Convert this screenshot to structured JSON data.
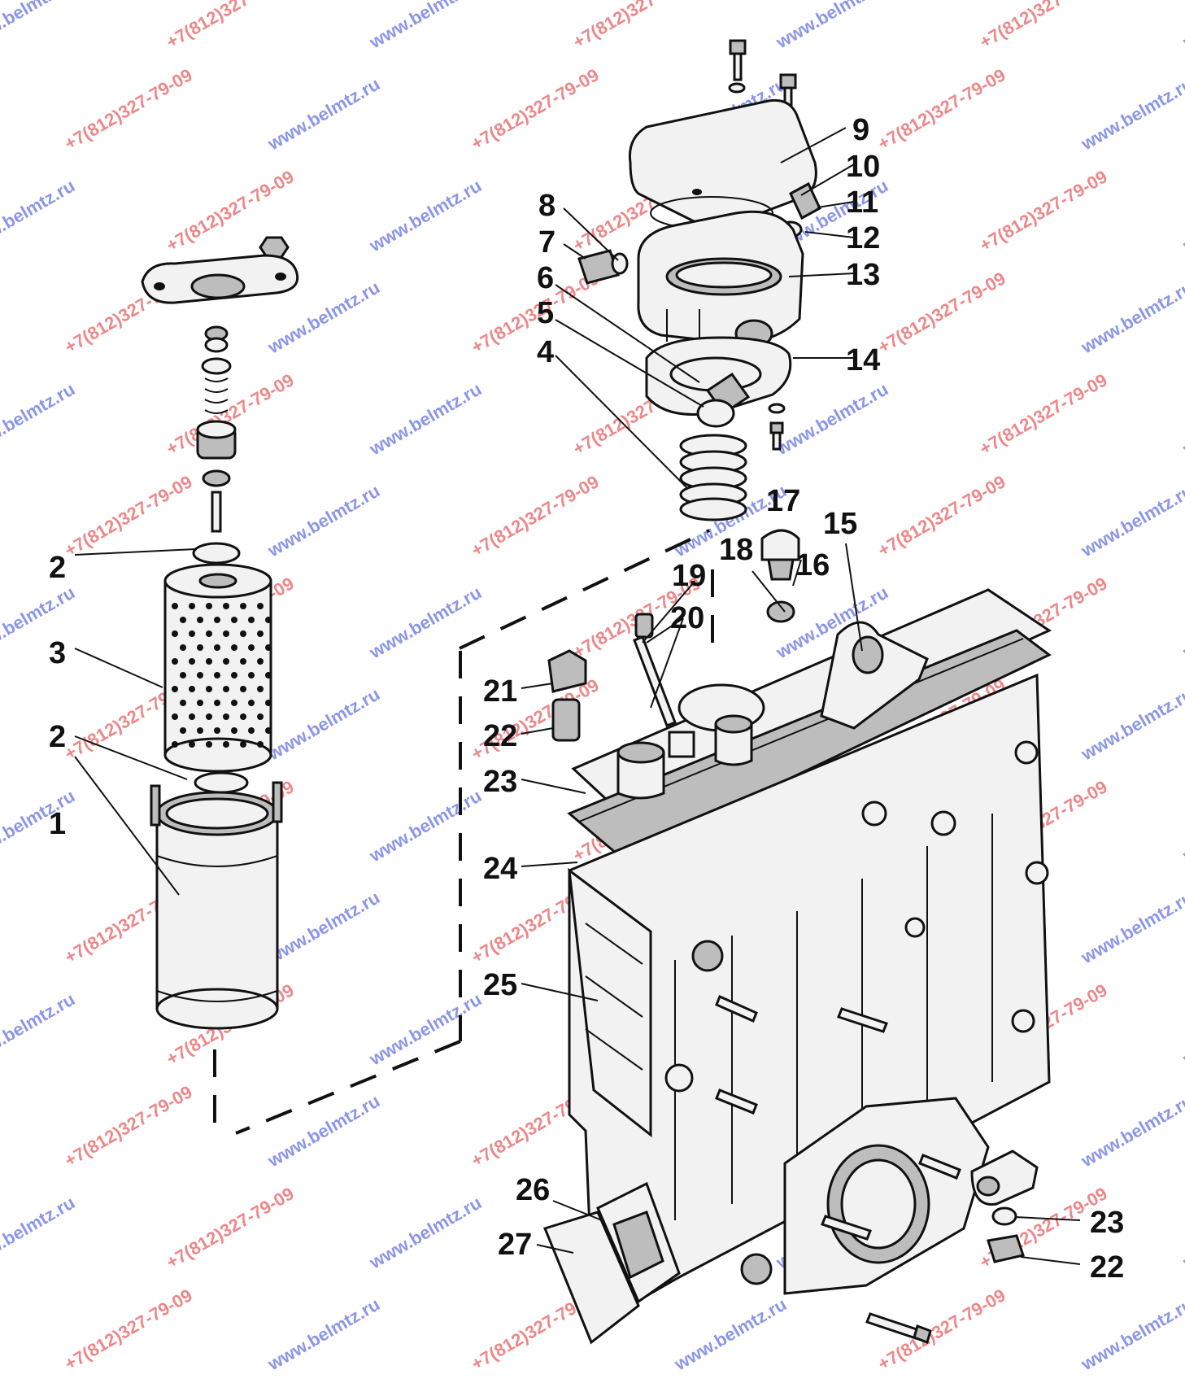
{
  "diagram": {
    "labels": [
      {
        "id": "1",
        "text": "1"
      },
      {
        "id": "2a",
        "text": "2"
      },
      {
        "id": "2b",
        "text": "2"
      },
      {
        "id": "3",
        "text": "3"
      },
      {
        "id": "4",
        "text": "4"
      },
      {
        "id": "5",
        "text": "5"
      },
      {
        "id": "6",
        "text": "6"
      },
      {
        "id": "7",
        "text": "7"
      },
      {
        "id": "8",
        "text": "8"
      },
      {
        "id": "9",
        "text": "9"
      },
      {
        "id": "10",
        "text": "10"
      },
      {
        "id": "11",
        "text": "11"
      },
      {
        "id": "12",
        "text": "12"
      },
      {
        "id": "13",
        "text": "13"
      },
      {
        "id": "14",
        "text": "14"
      },
      {
        "id": "15",
        "text": "15"
      },
      {
        "id": "16",
        "text": "16"
      },
      {
        "id": "17",
        "text": "17"
      },
      {
        "id": "18",
        "text": "18"
      },
      {
        "id": "19",
        "text": "19"
      },
      {
        "id": "20",
        "text": "20"
      },
      {
        "id": "21",
        "text": "21"
      },
      {
        "id": "22a",
        "text": "22"
      },
      {
        "id": "22b",
        "text": "22"
      },
      {
        "id": "23a",
        "text": "23"
      },
      {
        "id": "23b",
        "text": "23"
      },
      {
        "id": "24",
        "text": "24"
      },
      {
        "id": "25",
        "text": "25"
      },
      {
        "id": "26",
        "text": "26"
      },
      {
        "id": "27",
        "text": "27"
      }
    ],
    "watermarks": {
      "site": "www.belmtz.ru",
      "phone": "+7(812)327-79-09",
      "site_color": "#2e3fd8",
      "phone_color": "#e0262a"
    }
  }
}
